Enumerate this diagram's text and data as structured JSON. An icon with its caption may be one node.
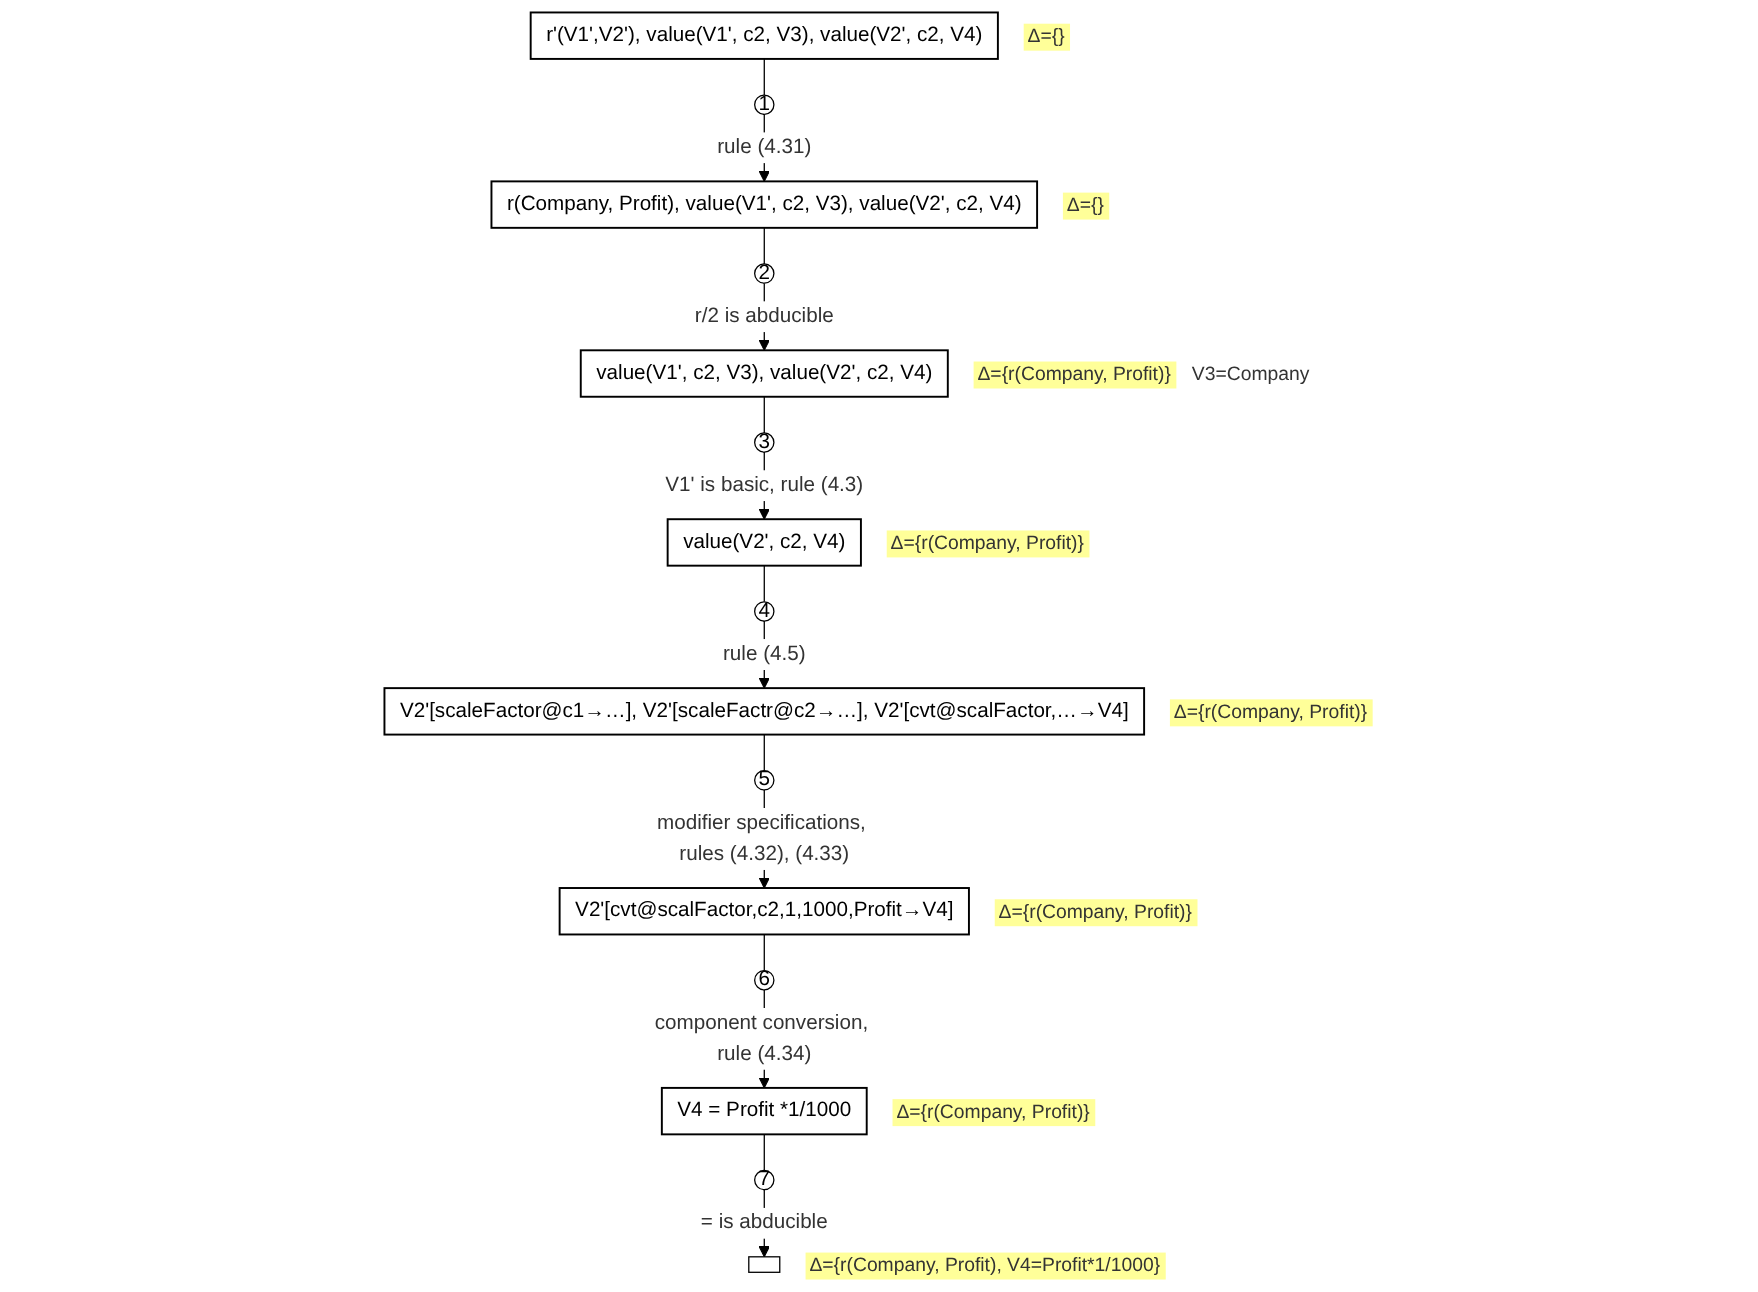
{
  "diagram": {
    "nodes": [
      {
        "text": [
          "r'(V1',V2'), value(V1', c2, V3), value(V2', c2, V4)"
        ],
        "beside": [
          "Δ={}"
        ]
      },
      {
        "text": [
          "1"
        ]
      },
      {
        "text": [
          "r(Company, Profit), value(V1', c2, V3), value(V2', c2, V4)"
        ],
        "beside": [
          "Δ={}"
        ]
      },
      {
        "text": [
          "2"
        ]
      },
      {
        "text": [
          "value(V1', c2, V3), value(V2', c2, V4)"
        ],
        "beside": [
          "Δ={r(Company, Profit)}",
          "V3=Company"
        ]
      },
      {
        "text": [
          "3"
        ]
      },
      {
        "text": [
          "value(V2', c2, V4)"
        ],
        "beside": [
          "Δ={r(Company, Profit)}"
        ]
      },
      {
        "text": [
          "4"
        ]
      },
      {
        "text": [
          "V2'[scaleFactor@c1→…], V2'[scaleFactr@c2→…], V2'[cvt@scalFactor,…→V4]"
        ],
        "beside": [
          "Δ={r(Company, Profit)}"
        ]
      },
      {
        "text": [
          "5"
        ]
      },
      {
        "text": [
          "V2'[cvt@scalFactor,c2,1,1000,Profit→V4]"
        ],
        "beside": [
          "Δ={r(Company, Profit)}"
        ]
      },
      {
        "text": [
          "6"
        ]
      },
      {
        "text": [
          "V4 = Profit *1/1000"
        ],
        "beside": [
          "Δ={r(Company, Profit)}"
        ]
      },
      {
        "text": [
          "7"
        ]
      },
      {
        "text": [],
        "shape": "box",
        "beside": [
          "Δ={r(Company, Profit), V4=Profit*1/1000}"
        ]
      }
    ],
    "edges": [
      {
        "from": 0,
        "to": 1,
        "arrow": "none"
      },
      {
        "from": 1,
        "to": 2,
        "arrow": "to",
        "label": "rule (4.31)"
      },
      {
        "from": 2,
        "to": 3,
        "arrow": "none"
      },
      {
        "from": 3,
        "to": 4,
        "arrow": "to",
        "label": "r/2 is abducible"
      },
      {
        "from": 4,
        "to": 5,
        "arrow": "none"
      },
      {
        "from": 5,
        "to": 6,
        "arrow": "to",
        "label": "V1' is basic, rule (4.3)"
      },
      {
        "from": 6,
        "to": 7,
        "arrow": "none"
      },
      {
        "from": 7,
        "to": 8,
        "arrow": "to",
        "label": "rule (4.5)"
      },
      {
        "from": 8,
        "to": 9,
        "arrow": "none"
      },
      {
        "from": 9,
        "to": 10,
        "arrow": "to",
        "label": "modifier specifications, rules (4.32), (4.33)"
      },
      {
        "from": 10,
        "to": 11,
        "arrow": "none"
      },
      {
        "from": 11,
        "to": 12,
        "arrow": "to",
        "label": "component conversion, rule (4.34)"
      },
      {
        "from": 12,
        "to": 13,
        "arrow": "none"
      },
      {
        "from": 13,
        "to": 14,
        "arrow": "to",
        "label": "= is abducible"
      }
    ]
  }
}
